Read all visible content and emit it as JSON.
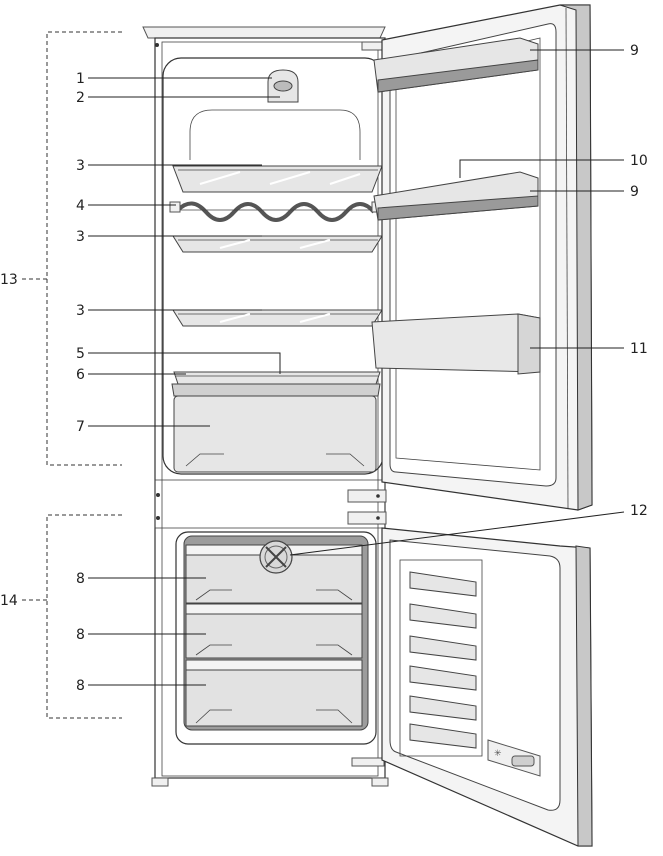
{
  "callouts": {
    "c1": "1",
    "c2": "2",
    "c3a": "3",
    "c4": "4",
    "c3b": "3",
    "c3c": "3",
    "c5": "5",
    "c6": "6",
    "c7": "7",
    "c8a": "8",
    "c8b": "8",
    "c8c": "8",
    "c9a": "9",
    "c10": "10",
    "c9b": "9",
    "c11": "11",
    "c12": "12",
    "c13": "13",
    "c14": "14"
  }
}
